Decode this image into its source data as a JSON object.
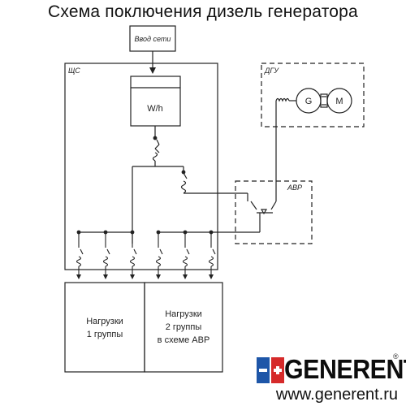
{
  "header": {
    "title": "Схема поключения дизель генератора"
  },
  "diagram": {
    "grid_input_label": "Ввод сети",
    "panel_label": "ЩС",
    "meter_label": "W/h",
    "generator_group_label": "ДГУ",
    "generator_label": "G",
    "motor_label": "M",
    "ats_label": "АВР",
    "load_group_1": [
      "Нагрузки",
      "1 группы"
    ],
    "load_group_2": [
      "Нагрузки",
      "2 группы",
      "в схеме АВР"
    ]
  },
  "branding": {
    "logo_text": "GENERENT",
    "registered_mark": "®",
    "url": "www.generent.ru",
    "logo_colors": {
      "blue": "#1e56a8",
      "red": "#d62a2a"
    }
  }
}
